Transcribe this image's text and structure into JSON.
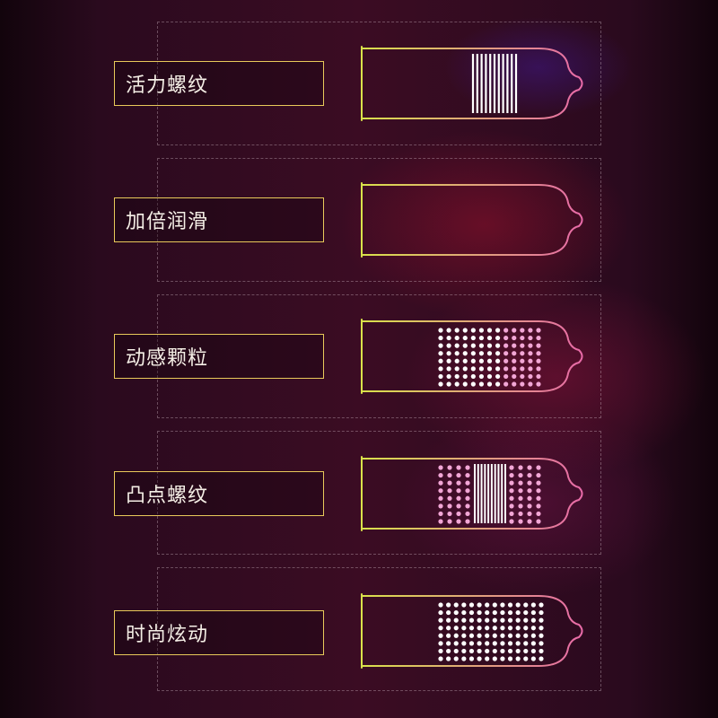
{
  "colors": {
    "label_border": "#e8c95a",
    "label_text": "#f5efe6",
    "outline_start": "#d9e24a",
    "outline_end": "#e86aa8",
    "pattern_white": "#ffffff",
    "pattern_pink": "#f2a6d6"
  },
  "icons": [
    "textured-condom-outline-icon"
  ],
  "features": [
    {
      "label": "活力螺纹",
      "pattern": "ribbed",
      "ribs": 11,
      "dot_cols": 0,
      "dot_rows": 0
    },
    {
      "label": "加倍润滑",
      "pattern": "smooth",
      "ribs": 0,
      "dot_cols": 0,
      "dot_rows": 0
    },
    {
      "label": "动感颗粒",
      "pattern": "dotted",
      "ribs": 0,
      "dot_cols": 13,
      "dot_rows": 8
    },
    {
      "label": "凸点螺纹",
      "pattern": "dotted-ribbed",
      "ribs": 10,
      "dot_cols": 4,
      "dot_rows": 8
    },
    {
      "label": "时尚炫动",
      "pattern": "dotted",
      "ribs": 0,
      "dot_cols": 14,
      "dot_rows": 8
    }
  ]
}
